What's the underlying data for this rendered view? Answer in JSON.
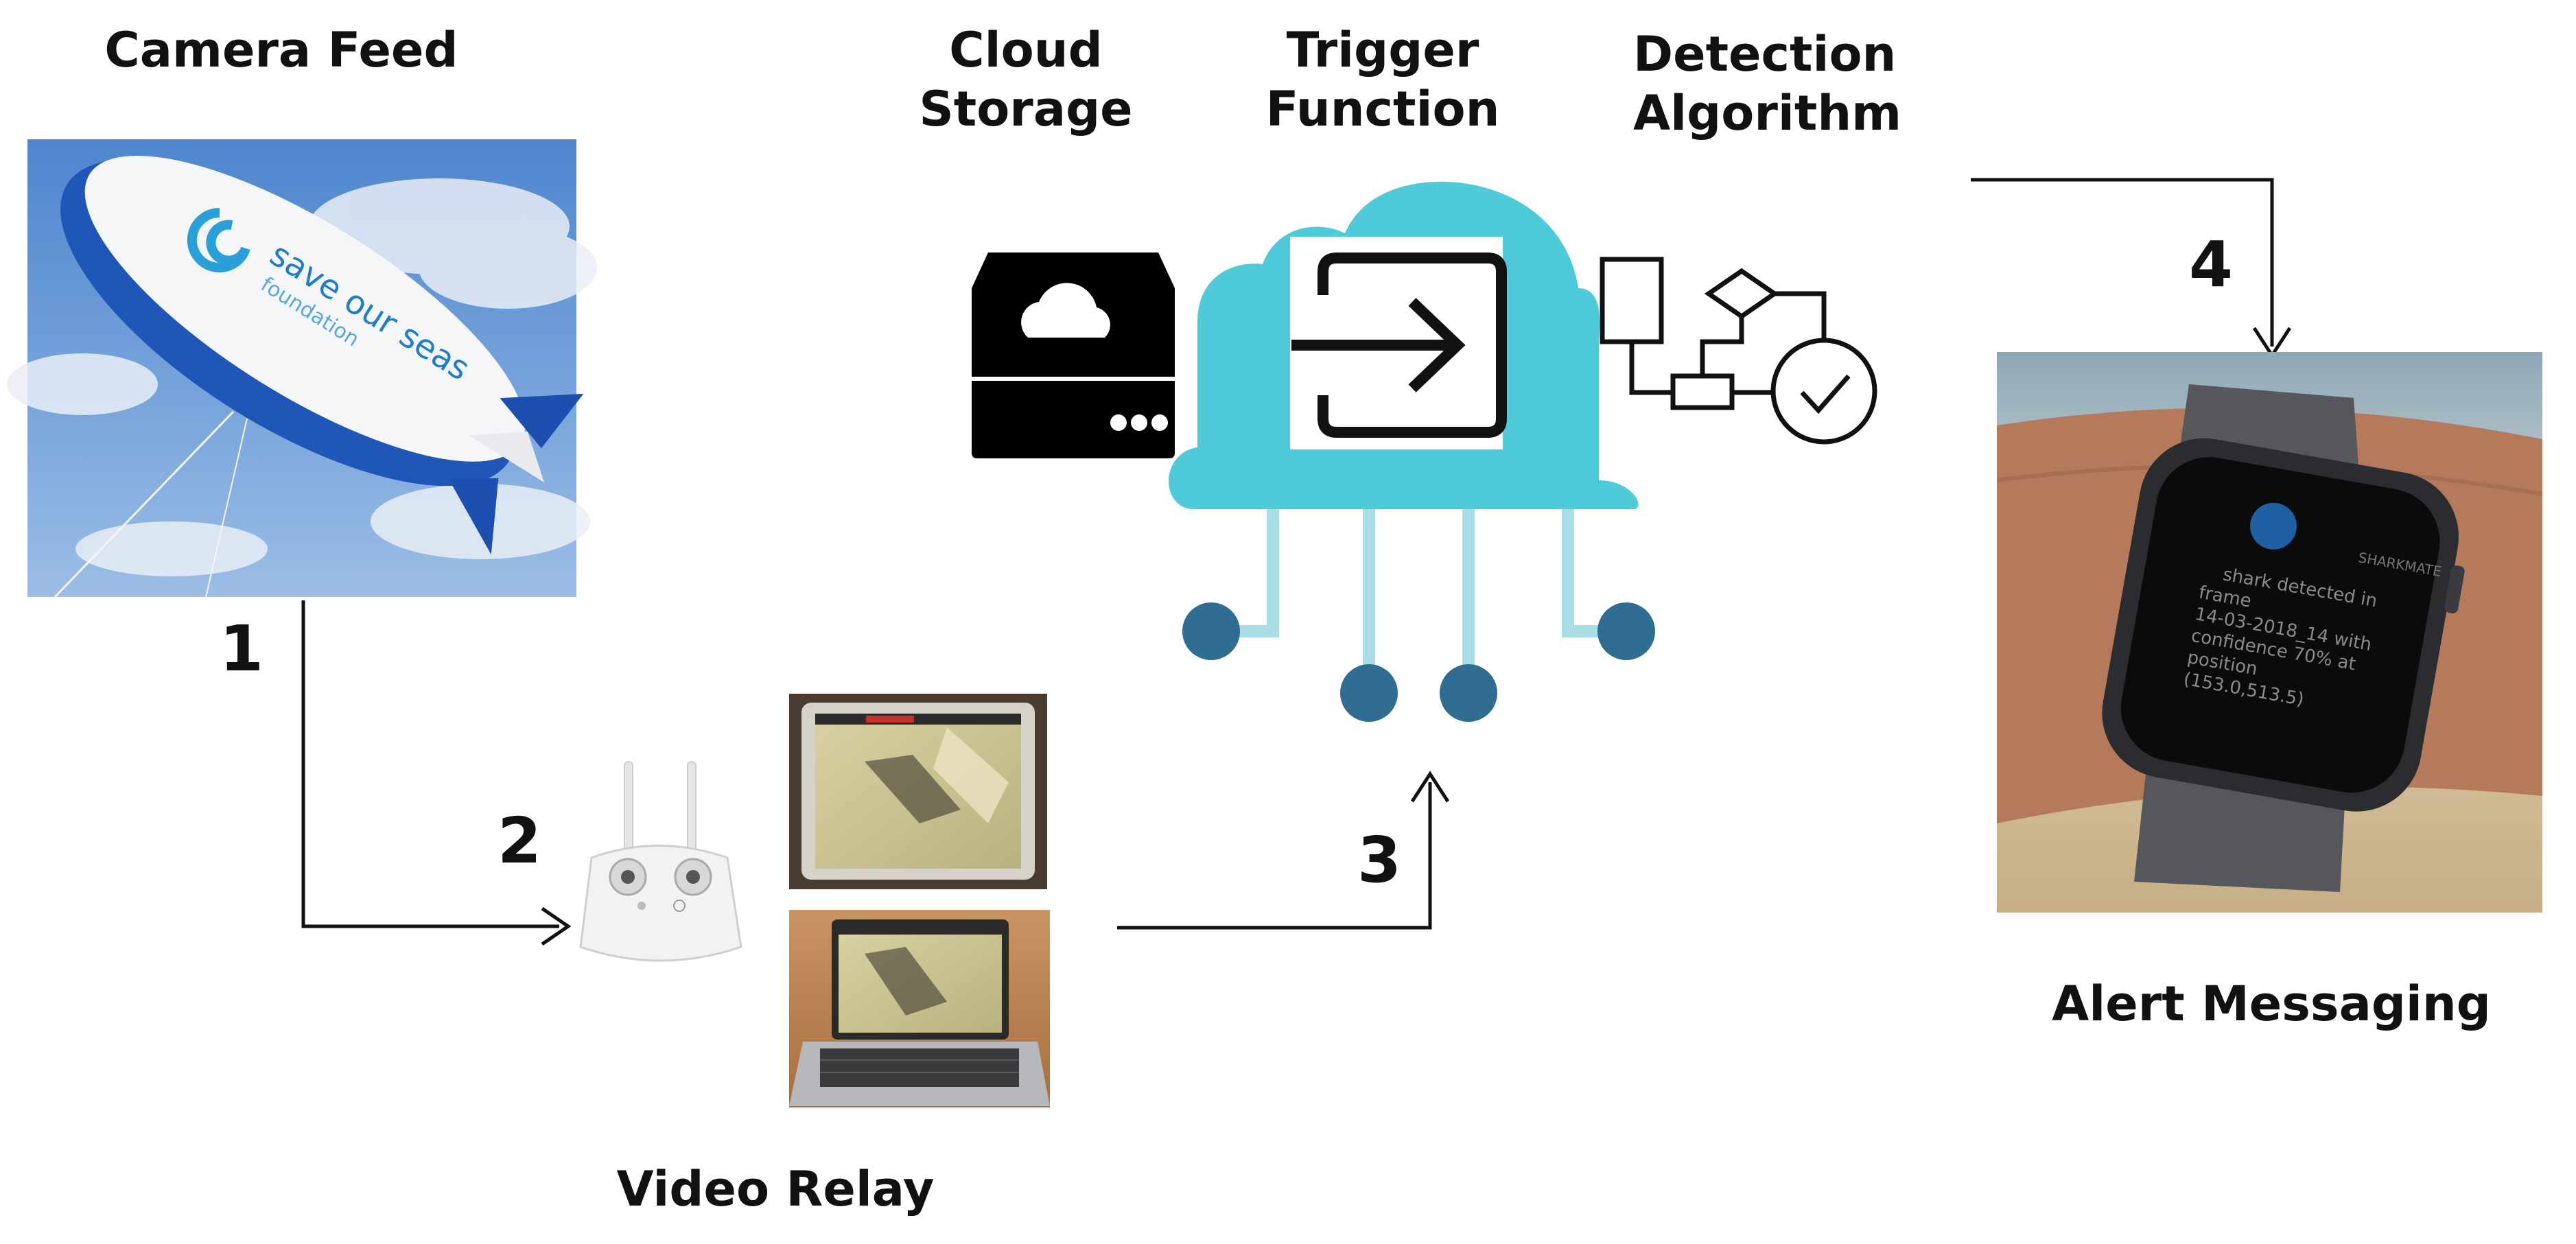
{
  "labels": {
    "camera_feed": "Camera Feed",
    "cloud_storage_line1": "Cloud",
    "cloud_storage_line2": "Storage",
    "trigger_function_line1": "Trigger",
    "trigger_function_line2": "Function",
    "detection_algorithm_line1": "Detection",
    "detection_algorithm_line2": "Algorithm",
    "video_relay": "Video Relay",
    "alert_messaging": "Alert Messaging"
  },
  "steps": [
    "1",
    "2",
    "3",
    "4"
  ],
  "blimp": {
    "logo_line1": "save our seas",
    "logo_line2": "foundation"
  },
  "watch": {
    "app_name": "SHARKMATE",
    "message": [
      "shark detected in",
      "frame",
      "14-03-2018_14 with",
      "confidence 70% at",
      "position",
      "(153.0,513.5)"
    ]
  },
  "colors": {
    "cloud": "#4fcad8",
    "node": "#2f6d92",
    "node_line": "#a8dde6",
    "sky": "#5e8fd0",
    "blimp_blue": "#1f56b8"
  },
  "icons": [
    "storage-drive-icon",
    "trigger-arrow-icon",
    "flowchart-icon"
  ]
}
